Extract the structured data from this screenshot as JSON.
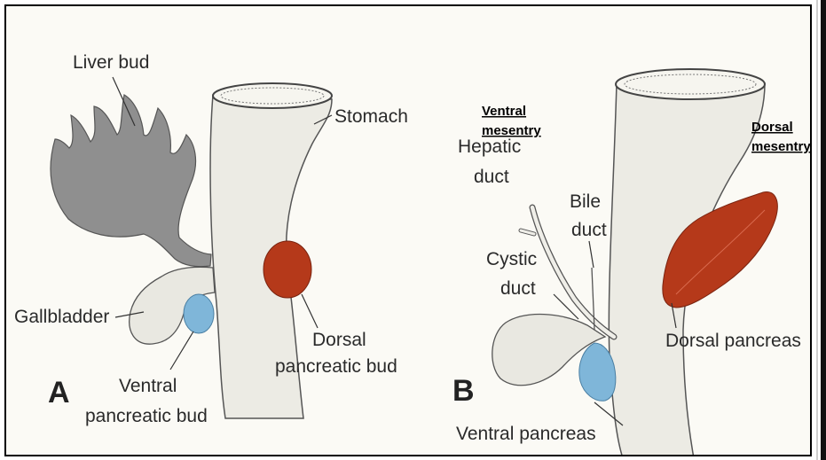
{
  "panel_a": {
    "letter": "A",
    "liver_bud": "Liver bud",
    "stomach": "Stomach",
    "gallbladder": "Gallbladder",
    "dorsal_bud_line1": "Dorsal",
    "dorsal_bud_line2": "pancreatic bud",
    "ventral_bud_line1": "Ventral",
    "ventral_bud_line2": "pancreatic bud"
  },
  "panel_b": {
    "letter": "B",
    "ventral_mesentry_line1": "Ventral",
    "ventral_mesentry_line2": "mesentry",
    "dorsal_mesentry_line1": "Dorsal",
    "dorsal_mesentry_line2": "mesentry",
    "hepatic_duct_line1": "Hepatic",
    "hepatic_duct_line2": "duct",
    "bile_duct_line1": "Bile",
    "bile_duct_line2": "duct",
    "cystic_duct_line1": "Cystic",
    "cystic_duct_line2": "duct",
    "dorsal_pancreas": "Dorsal pancreas",
    "ventral_pancreas": "Ventral pancreas"
  },
  "colors": {
    "liver": "#8f8f8f",
    "gut": "#ecebe4",
    "dorsal_pancreas": "#b5391a",
    "ventral_pancreas": "#7fb6d9",
    "annotation": "#000000"
  }
}
